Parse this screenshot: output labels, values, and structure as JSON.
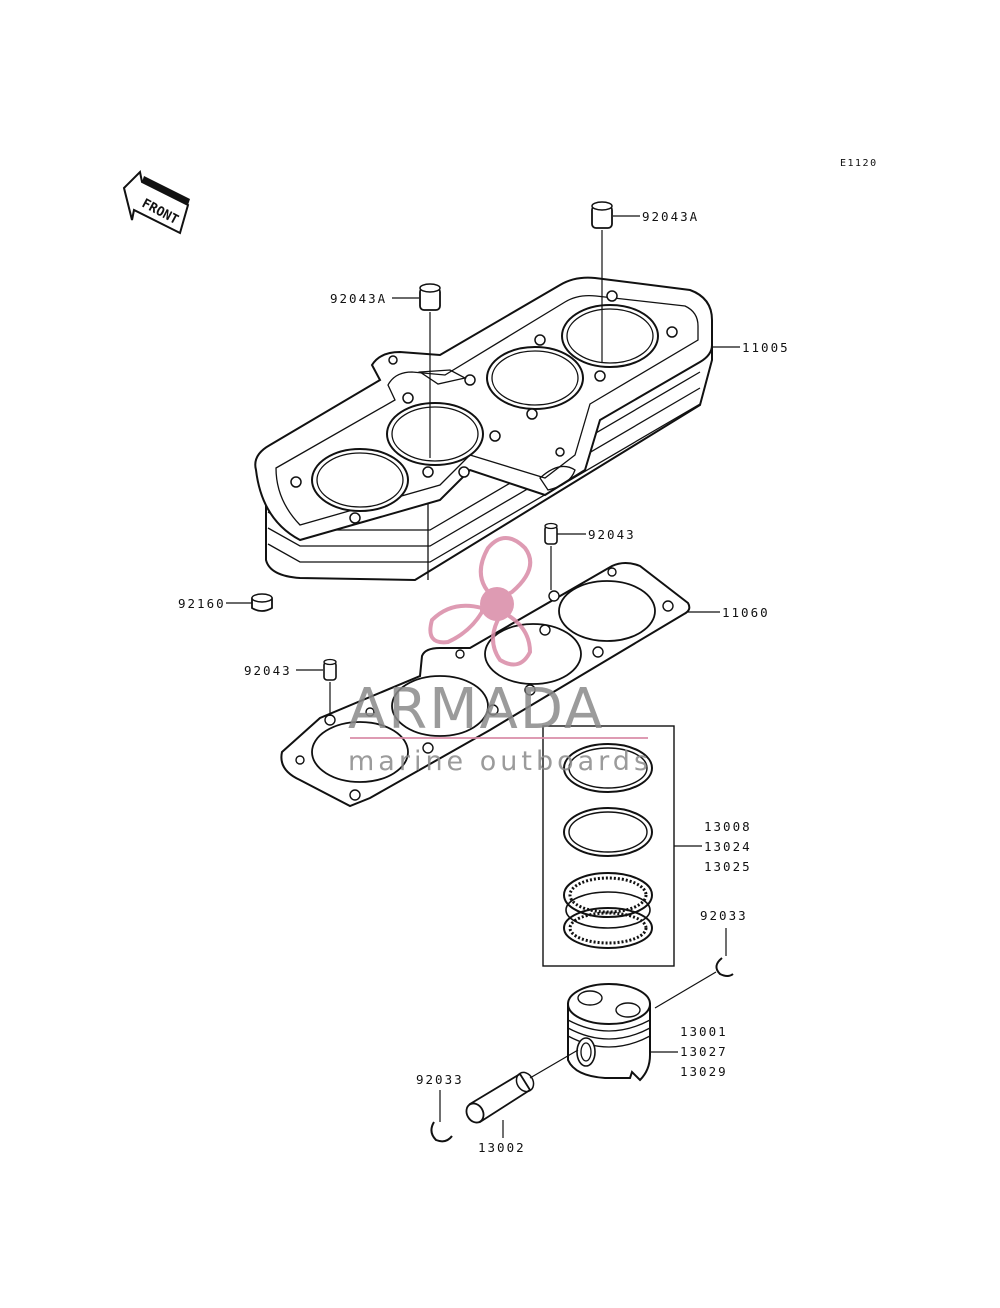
{
  "diagram_code": "E1120",
  "front_label": "FRONT",
  "parts": {
    "dowel_top_right": "92043A",
    "dowel_top_left": "92043A",
    "cylinder": "11005",
    "dowel_mid": "92043",
    "gasket": "11060",
    "cap": "92160",
    "dowel_left": "92043",
    "rings_1": "13008",
    "rings_2": "13024",
    "rings_3": "13025",
    "circlip_right": "92033",
    "piston_1": "13001",
    "piston_2": "13027",
    "piston_3": "13029",
    "circlip_left": "92033",
    "pin": "13002"
  },
  "watermark": {
    "brand": "ARMADA",
    "tagline": "marine outboards",
    "logo": "propeller-logo",
    "accent_color": "#d98aa6",
    "text_color": "#8a8a8a"
  }
}
